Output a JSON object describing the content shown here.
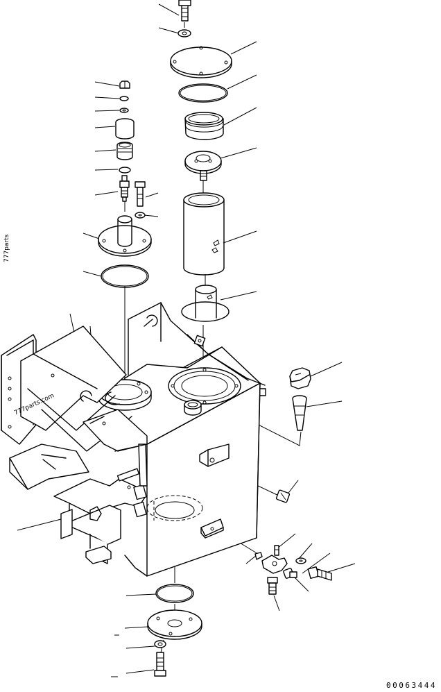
{
  "drawing": {
    "number": "00063444",
    "watermark_left": "777parts",
    "watermark_frame": "777parts.com"
  }
}
